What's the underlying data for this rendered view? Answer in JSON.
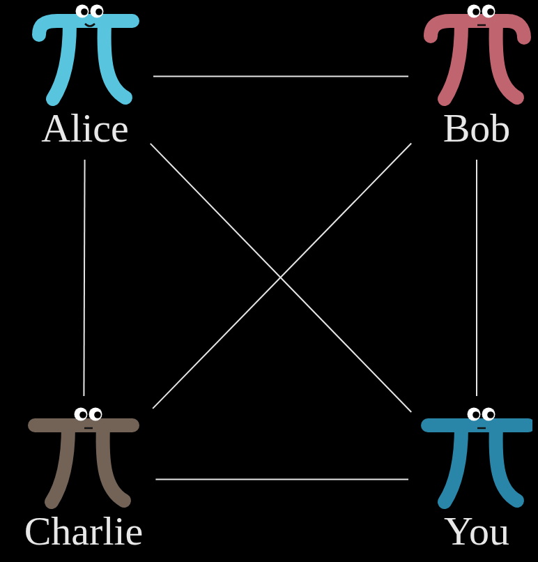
{
  "diagram": {
    "nodes": [
      {
        "text": [
          "Alice"
        ]
      },
      {
        "text": [
          "Bob"
        ]
      },
      {
        "text": [
          "Charlie"
        ]
      },
      {
        "text": [
          "You"
        ]
      }
    ],
    "edges": [
      {
        "from": 0,
        "to": 1,
        "arrow": "none"
      },
      {
        "from": 0,
        "to": 2,
        "arrow": "none"
      },
      {
        "from": 0,
        "to": 3,
        "arrow": "none"
      },
      {
        "from": 1,
        "to": 2,
        "arrow": "none"
      },
      {
        "from": 1,
        "to": 3,
        "arrow": "none"
      },
      {
        "from": 2,
        "to": 3,
        "arrow": "none"
      }
    ]
  }
}
